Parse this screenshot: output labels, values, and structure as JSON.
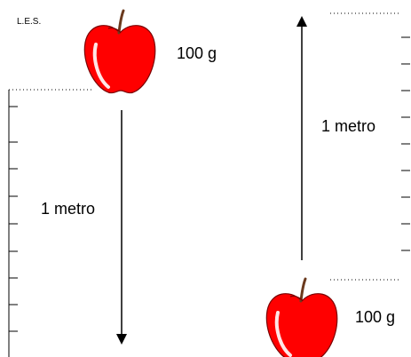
{
  "logo": "L.E.S.",
  "left_scene": {
    "apple_icon": "apple-icon",
    "mass_label": "100 g",
    "distance_label": "1 metro",
    "arrow_direction": "down"
  },
  "right_scene": {
    "apple_icon": "apple-icon",
    "mass_label": "100 g",
    "distance_label": "1 metro",
    "arrow_direction": "up"
  },
  "colors": {
    "apple": "#ff0000",
    "apple_highlight": "#ffffff",
    "stem": "#6b3a1e",
    "line": "#000000"
  }
}
